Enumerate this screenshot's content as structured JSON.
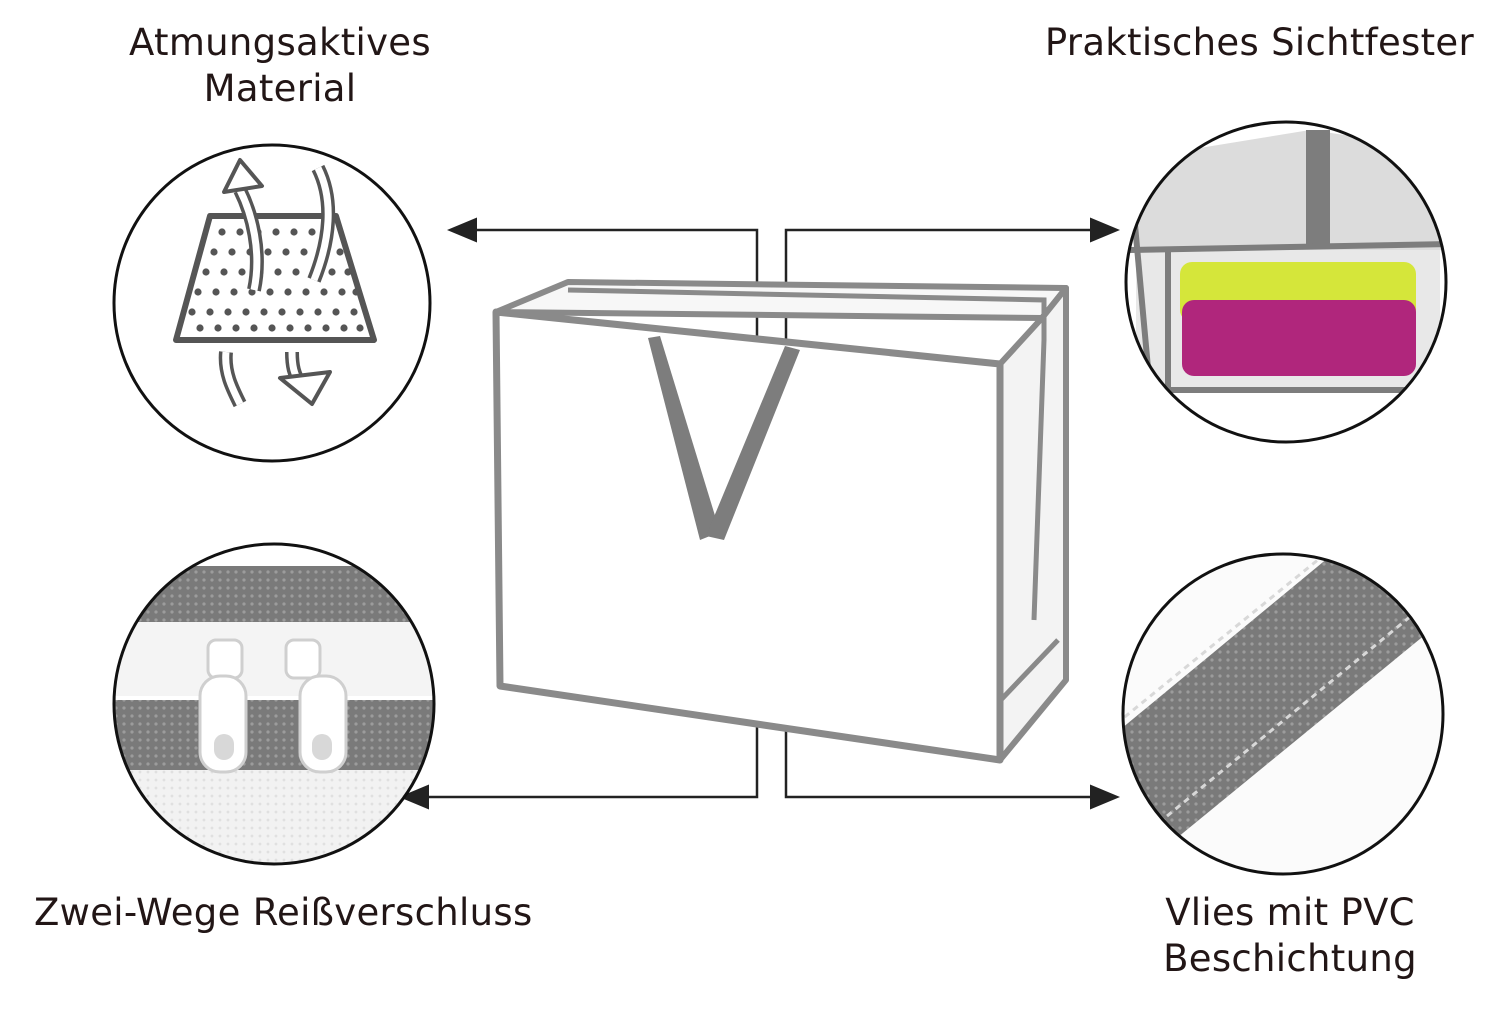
{
  "features": {
    "top_left": {
      "line1": "Atmungsaktives",
      "line2": "Material"
    },
    "top_right": {
      "line1": "Praktisches Sichtfester"
    },
    "bottom_left": {
      "line1": "Zwei-Wege Reißverschluss"
    },
    "bottom_right": {
      "line1": "Vlies mit PVC",
      "line2": "Beschichtung"
    }
  },
  "icons": {
    "top_left": "breathable-fabric-icon",
    "top_right": "window-compartment-photo",
    "bottom_left": "zipper-photo",
    "bottom_right": "fabric-trim-photo",
    "center": "storage-bag-photo"
  },
  "colors": {
    "text": "#221616",
    "trim_gray": "#808080",
    "line": "#222222",
    "yellow_fabric": "#d5e63a",
    "magenta_fabric": "#b0267c"
  }
}
